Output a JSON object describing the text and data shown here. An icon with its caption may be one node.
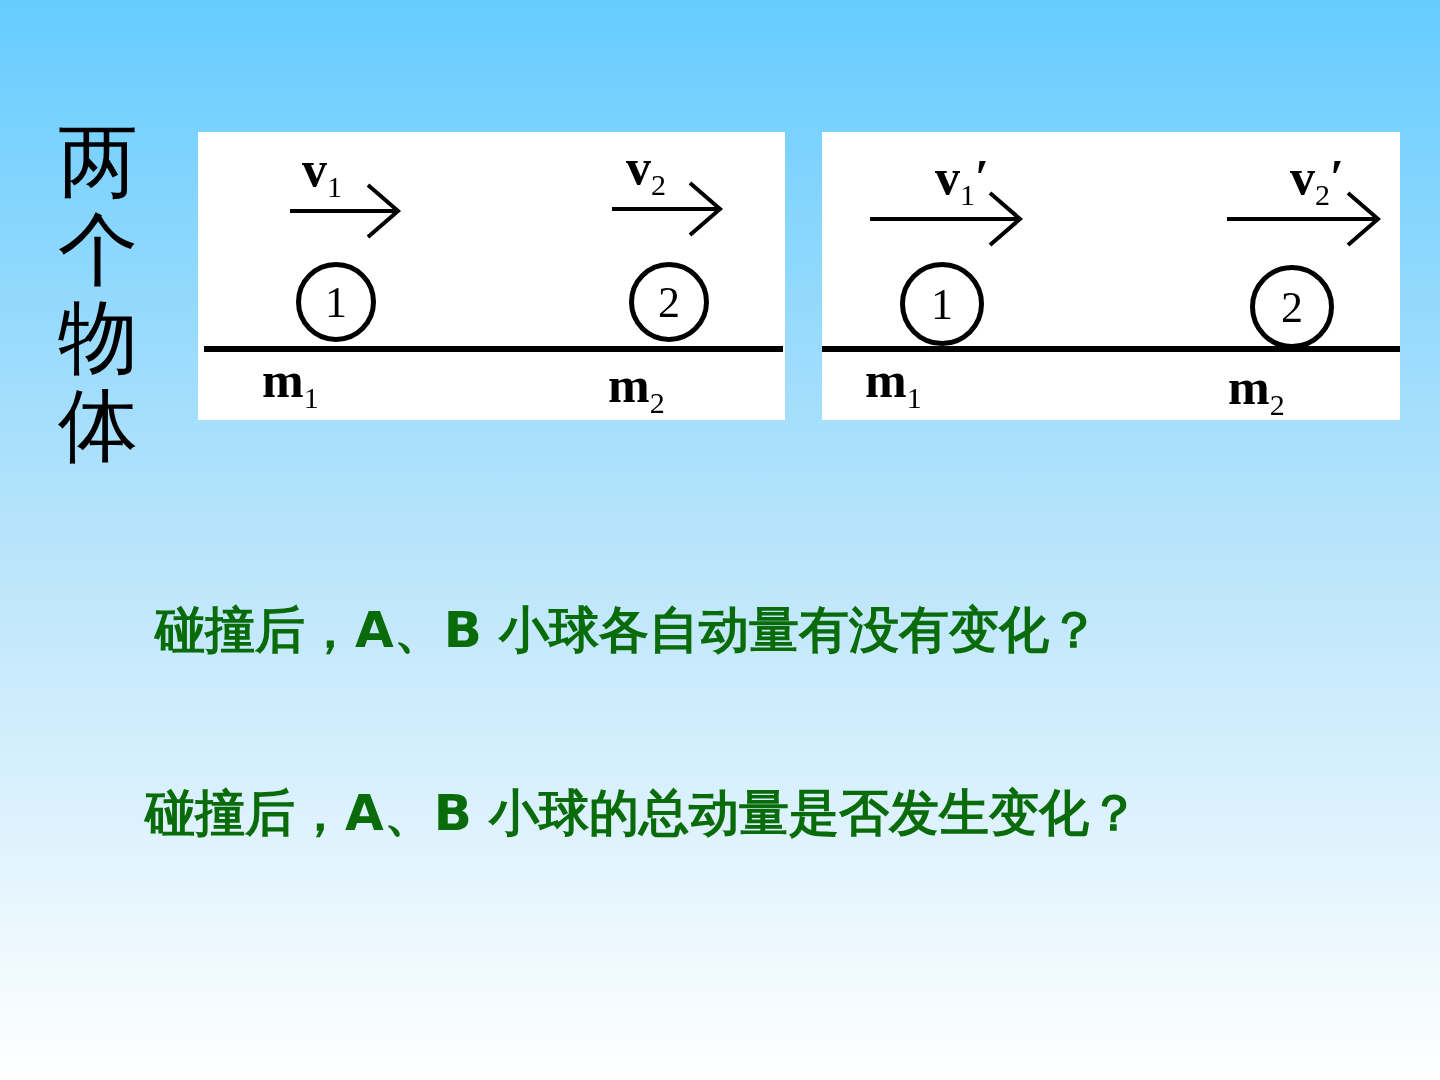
{
  "diagram": {
    "title": "两个物体",
    "nodes": [
      {
        "text": [],
        "shape": "box"
      },
      {
        "text": [
          "1"
        ],
        "in": 0,
        "beside": [
          "v$_{1}$",
          "m$_{1}$"
        ]
      },
      {
        "text": [
          "2"
        ],
        "in": 0,
        "beside": [
          "v$_{2}$",
          "m$_{2}$"
        ]
      },
      {
        "text": [],
        "shape": "box"
      },
      {
        "text": [
          "1"
        ],
        "in": 3,
        "beside": [
          "v$_{1}$′",
          "m$_{1}$"
        ]
      },
      {
        "text": [
          "2"
        ],
        "in": 3,
        "beside": [
          "v$_{2}$′",
          "m$_{2}$"
        ]
      }
    ],
    "edges": [],
    "labels": [
      "碰撞后，A、B 小球各自动量有没有变化？",
      "碰撞后，A、B 小球的总动量是否发生变化？"
    ]
  }
}
